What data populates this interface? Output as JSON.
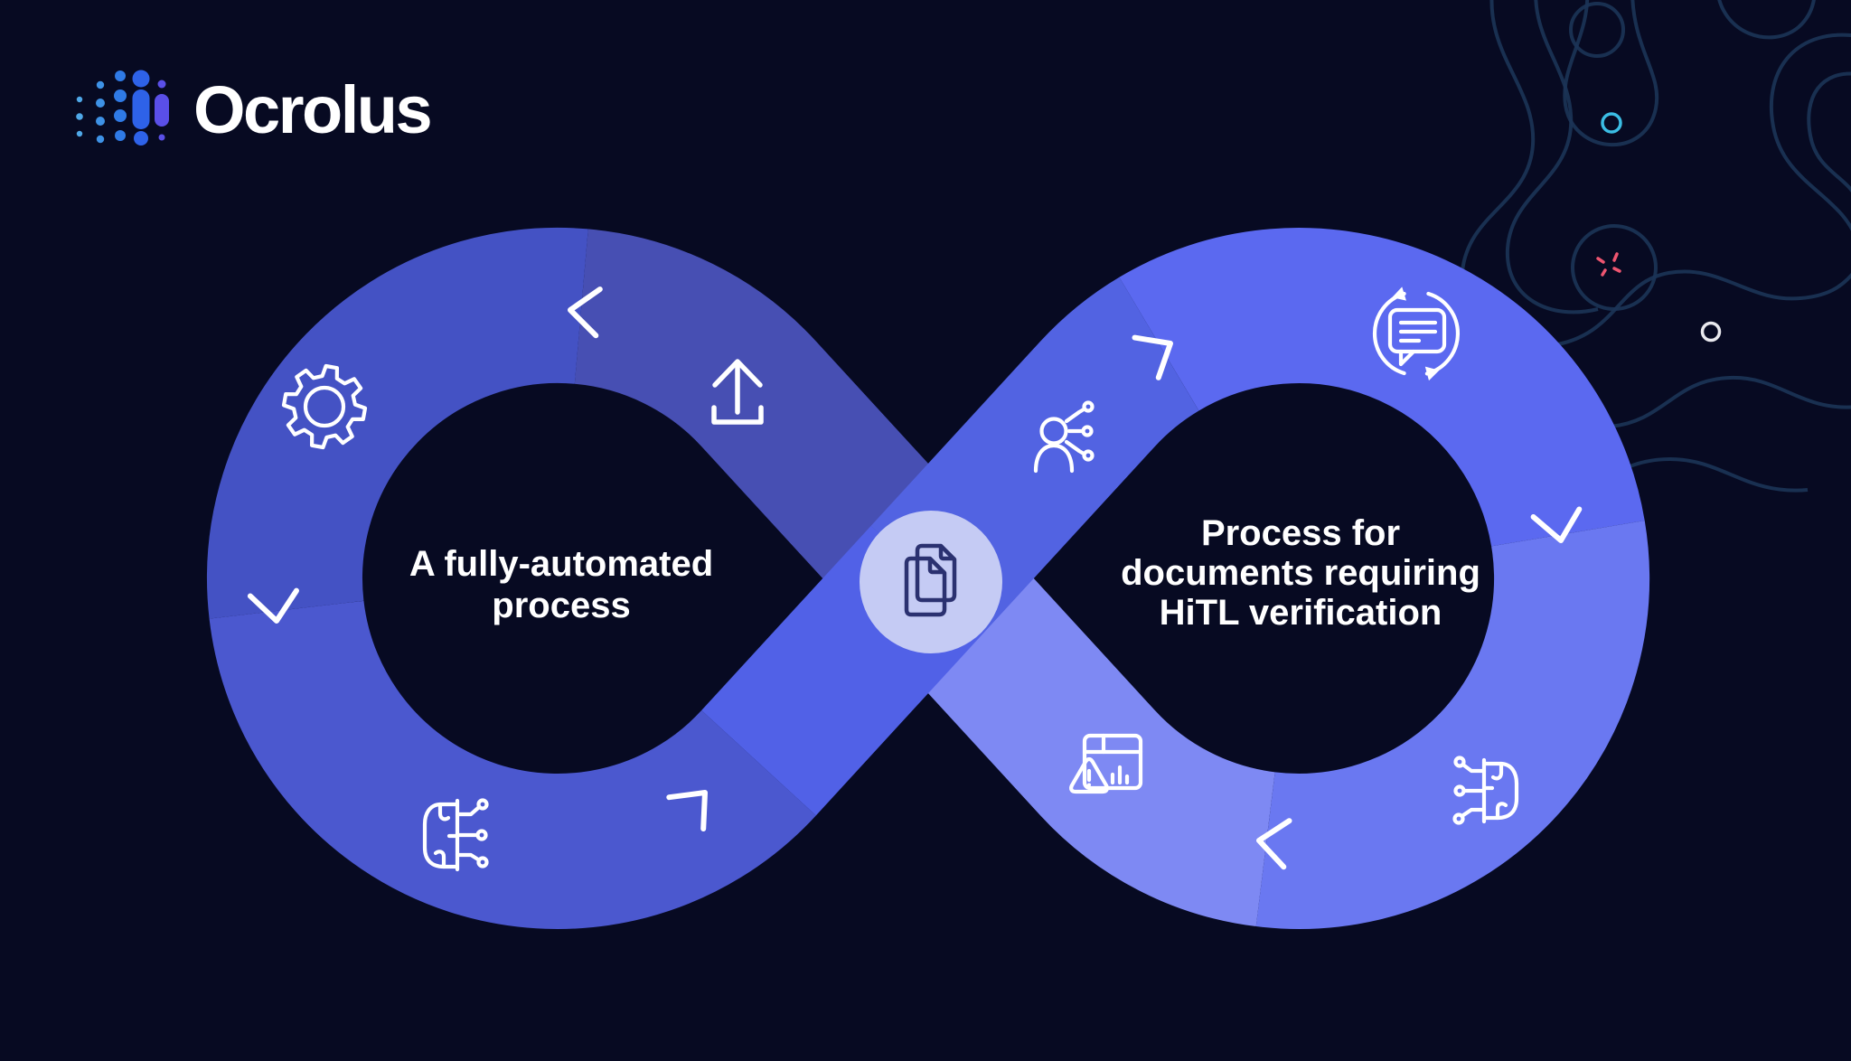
{
  "logo": {
    "text": "Ocrolus"
  },
  "labels": {
    "left_loop": {
      "lines": [
        "A fully-automated",
        "process"
      ]
    },
    "right_loop": {
      "lines": [
        "Process for",
        "documents requiring",
        "HiTL verification"
      ]
    }
  },
  "icons": {
    "center": "documents-copy-icon",
    "left_loop": [
      "upload-icon",
      "gear-icon",
      "brain-ai-icon"
    ],
    "right_loop": [
      "person-network-icon",
      "chat-sync-icon",
      "brain-circuit-icon",
      "alert-dashboard-icon"
    ],
    "flow_arrows": "chevron-arrows",
    "decor": [
      "contour-lines",
      "cyan-circle",
      "pink-sparkle",
      "white-circle"
    ]
  },
  "colors": {
    "background": "#070a22",
    "segments": {
      "upload": "#474fb3",
      "gear": "#4452c4",
      "brain": "#4b58cf",
      "band_a": "#5161e7",
      "person": "#5263e2",
      "chat": "#5b69f0",
      "brain_circuit": "#6a78f1",
      "alert": "#7e89f3"
    },
    "center_circle": "#c5cbf4",
    "center_icon_stroke": "#2b3170",
    "icon_stroke": "#ffffff",
    "text": "#ffffff",
    "contour": "#1c3456",
    "accent_cyan": "#3bbde4",
    "accent_pink": "#ee5570",
    "accent_white": "#e9e9ee",
    "logo_dots": [
      "#4fa8e8",
      "#3e92e6",
      "#2f7ae6",
      "#2e62e8",
      "#5a4fe8"
    ]
  }
}
